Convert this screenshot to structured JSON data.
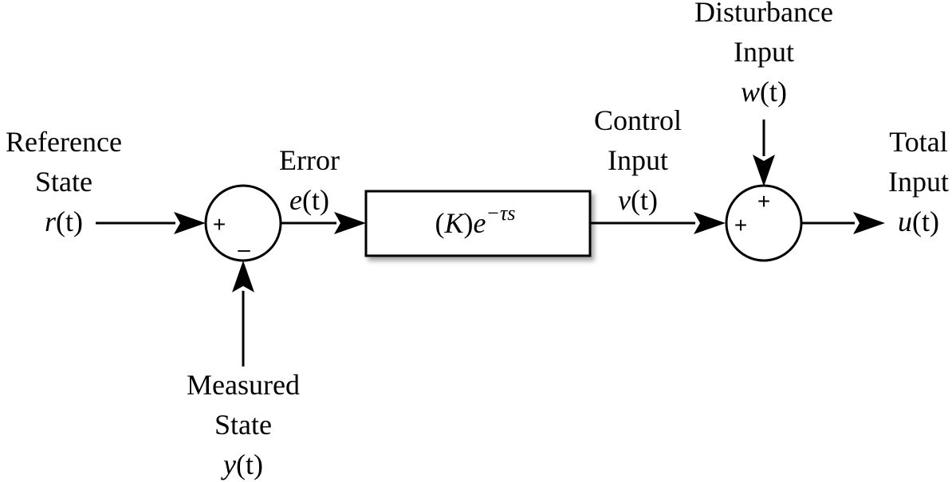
{
  "reference": {
    "line1": "Reference",
    "line2": "State",
    "symbol": "r",
    "arg": "(t)"
  },
  "measured": {
    "line1": "Measured",
    "line2": "State",
    "symbol": "y",
    "arg": "(t)"
  },
  "error": {
    "line1": "Error",
    "symbol": "e",
    "arg": "(t)"
  },
  "control": {
    "line1": "Control",
    "line2": "Input",
    "symbol": "v",
    "arg": "(t)"
  },
  "disturbance": {
    "line1": "Disturbance",
    "line2": "Input",
    "symbol": "w",
    "arg": "(t)"
  },
  "total": {
    "line1": "Total",
    "line2": "Input",
    "symbol": "u",
    "arg": "(t)"
  },
  "block": {
    "open": "(",
    "gain": "K",
    "close": ")",
    "base": "e",
    "exponent": "−τs"
  },
  "summer1": {
    "plus": "+",
    "minus": "–"
  },
  "summer2": {
    "plus_left": "+",
    "plus_top": "+"
  }
}
